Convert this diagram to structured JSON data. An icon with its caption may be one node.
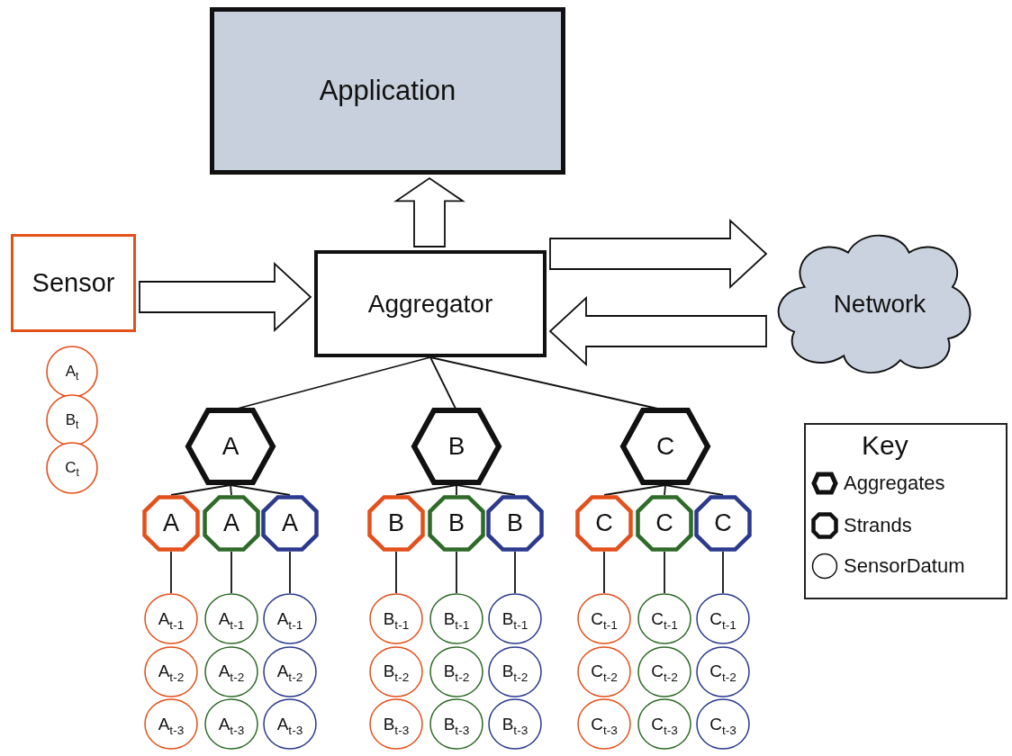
{
  "diagram": {
    "nodes": [
      {
        "text": [
          "Application"
        ]
      },
      {
        "text": [
          "Sensor"
        ]
      },
      {
        "text": [
          "Aggregator"
        ]
      },
      {
        "text": [
          "Network"
        ]
      },
      {
        "text": [
          "A$_{t}$"
        ]
      },
      {
        "text": [
          "B$_{t}$"
        ]
      },
      {
        "text": [
          "C$_{t}$"
        ]
      },
      {
        "text": [
          "A"
        ]
      },
      {
        "text": [
          "B"
        ]
      },
      {
        "text": [
          "C"
        ]
      },
      {
        "text": [
          "A"
        ]
      },
      {
        "text": [
          "A"
        ]
      },
      {
        "text": [
          "A"
        ]
      },
      {
        "text": [
          "B"
        ]
      },
      {
        "text": [
          "B"
        ]
      },
      {
        "text": [
          "B"
        ]
      },
      {
        "text": [
          "C"
        ]
      },
      {
        "text": [
          "C"
        ]
      },
      {
        "text": [
          "C"
        ]
      },
      {
        "text": [
          "A$_{t-1}$"
        ]
      },
      {
        "text": [
          "A$_{t-1}$"
        ]
      },
      {
        "text": [
          "A$_{t-1}$"
        ]
      },
      {
        "text": [
          "B$_{t-1}$"
        ]
      },
      {
        "text": [
          "B$_{t-1}$"
        ]
      },
      {
        "text": [
          "B$_{t-1}$"
        ]
      },
      {
        "text": [
          "C$_{t-1}$"
        ]
      },
      {
        "text": [
          "C$_{t-1}$"
        ]
      },
      {
        "text": [
          "C$_{t-1}$"
        ]
      },
      {
        "text": [
          "A$_{t-2}$"
        ]
      },
      {
        "text": [
          "A$_{t-2}$"
        ]
      },
      {
        "text": [
          "A$_{t-2}$"
        ]
      },
      {
        "text": [
          "B$_{t-2}$"
        ]
      },
      {
        "text": [
          "B$_{t-2}$"
        ]
      },
      {
        "text": [
          "B$_{t-2}$"
        ]
      },
      {
        "text": [
          "C$_{t-2}$"
        ]
      },
      {
        "text": [
          "C$_{t-2}$"
        ]
      },
      {
        "text": [
          "C$_{t-2}$"
        ]
      },
      {
        "text": [
          "A$_{t-3}$"
        ]
      },
      {
        "text": [
          "A$_{t-3}$"
        ]
      },
      {
        "text": [
          "A$_{t-3}$"
        ]
      },
      {
        "text": [
          "B$_{t-3}$"
        ]
      },
      {
        "text": [
          "B$_{t-3}$"
        ]
      },
      {
        "text": [
          "B$_{t-3}$"
        ]
      },
      {
        "text": [
          "C$_{t-3}$"
        ]
      },
      {
        "text": [
          "C$_{t-3}$"
        ]
      },
      {
        "text": [
          "C$_{t-3}$"
        ]
      }
    ],
    "edges": [
      {
        "from": 1,
        "to": 2,
        "arrow": "to",
        "style": "thick"
      },
      {
        "from": 2,
        "to": 0,
        "arrow": "to",
        "style": "thick"
      },
      {
        "from": 2,
        "to": 3,
        "arrow": "to",
        "style": "thick"
      },
      {
        "from": 3,
        "to": 2,
        "arrow": "to",
        "style": "thick"
      },
      {
        "from": 2,
        "to": 7,
        "arrow": "none"
      },
      {
        "from": 2,
        "to": 8,
        "arrow": "none"
      },
      {
        "from": 2,
        "to": 9,
        "arrow": "none"
      },
      {
        "from": 7,
        "to": 10,
        "arrow": "none"
      },
      {
        "from": 7,
        "to": 11,
        "arrow": "none"
      },
      {
        "from": 7,
        "to": 12,
        "arrow": "none"
      },
      {
        "from": 8,
        "to": 13,
        "arrow": "none"
      },
      {
        "from": 8,
        "to": 14,
        "arrow": "none"
      },
      {
        "from": 8,
        "to": 15,
        "arrow": "none"
      },
      {
        "from": 9,
        "to": 16,
        "arrow": "none"
      },
      {
        "from": 9,
        "to": 17,
        "arrow": "none"
      },
      {
        "from": 9,
        "to": 18,
        "arrow": "none"
      },
      {
        "from": 10,
        "to": 19,
        "arrow": "none"
      },
      {
        "from": 11,
        "to": 20,
        "arrow": "none"
      },
      {
        "from": 12,
        "to": 21,
        "arrow": "none"
      },
      {
        "from": 13,
        "to": 22,
        "arrow": "none"
      },
      {
        "from": 14,
        "to": 23,
        "arrow": "none"
      },
      {
        "from": 15,
        "to": 24,
        "arrow": "none"
      },
      {
        "from": 16,
        "to": 25,
        "arrow": "none"
      },
      {
        "from": 17,
        "to": 26,
        "arrow": "none"
      },
      {
        "from": 18,
        "to": 27,
        "arrow": "none"
      }
    ],
    "labels": [
      "Key"
    ],
    "legend": [
      {
        "text": "Aggregates"
      },
      {
        "text": "Strands"
      },
      {
        "text": "SensorDatum"
      }
    ]
  }
}
